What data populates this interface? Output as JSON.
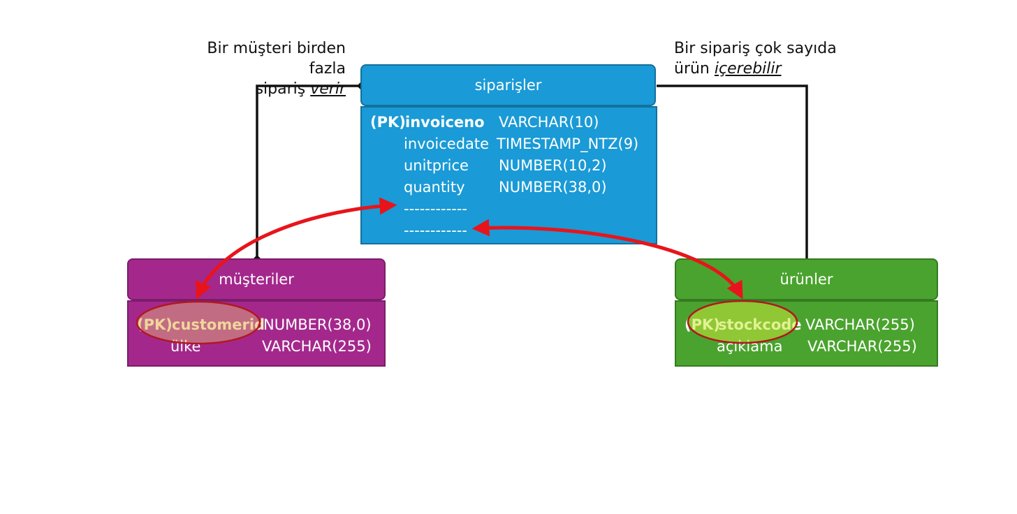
{
  "notes": {
    "left": {
      "line1": "Bir müşteri birden fazla",
      "line2_plain": "sipariş ",
      "line2_italic": "verir"
    },
    "right": {
      "line1": "Bir sipariş çok sayıda",
      "line2_plain": "ürün ",
      "line2_italic": "içerebilir"
    }
  },
  "entities": {
    "siparisler": {
      "title": "siparişler",
      "color": "#1a9ad6",
      "rows": [
        {
          "pk": "(PK)",
          "name": "invoiceno",
          "type": "VARCHAR(10)"
        },
        {
          "pk": "",
          "name": "invoicedate",
          "type": "TIMESTAMP_NTZ(9)"
        },
        {
          "pk": "",
          "name": "unitprice",
          "type": "NUMBER(10,2)"
        },
        {
          "pk": "",
          "name": "quantity",
          "type": "NUMBER(38,0)"
        },
        {
          "pk": "",
          "name": "------------",
          "type": ""
        },
        {
          "pk": "",
          "name": "------------",
          "type": ""
        }
      ]
    },
    "musteriler": {
      "title": "müşteriler",
      "color": "#a4288c",
      "rows": [
        {
          "pk": "(PK)",
          "name": "customerid",
          "type": "NUMBER(38,0)"
        },
        {
          "pk": "",
          "name": "ülke",
          "type": "VARCHAR(255)"
        }
      ]
    },
    "urunler": {
      "title": "ürünler",
      "color": "#4aa32e",
      "rows": [
        {
          "pk": "(PK)",
          "name": "stockcode",
          "type": "VARCHAR(255)"
        },
        {
          "pk": "",
          "name": "açıklama",
          "type": "VARCHAR(255)"
        }
      ]
    }
  },
  "colors": {
    "arrow": "#e8141b",
    "connector": "#111111",
    "highlight_border": "#b01820"
  }
}
